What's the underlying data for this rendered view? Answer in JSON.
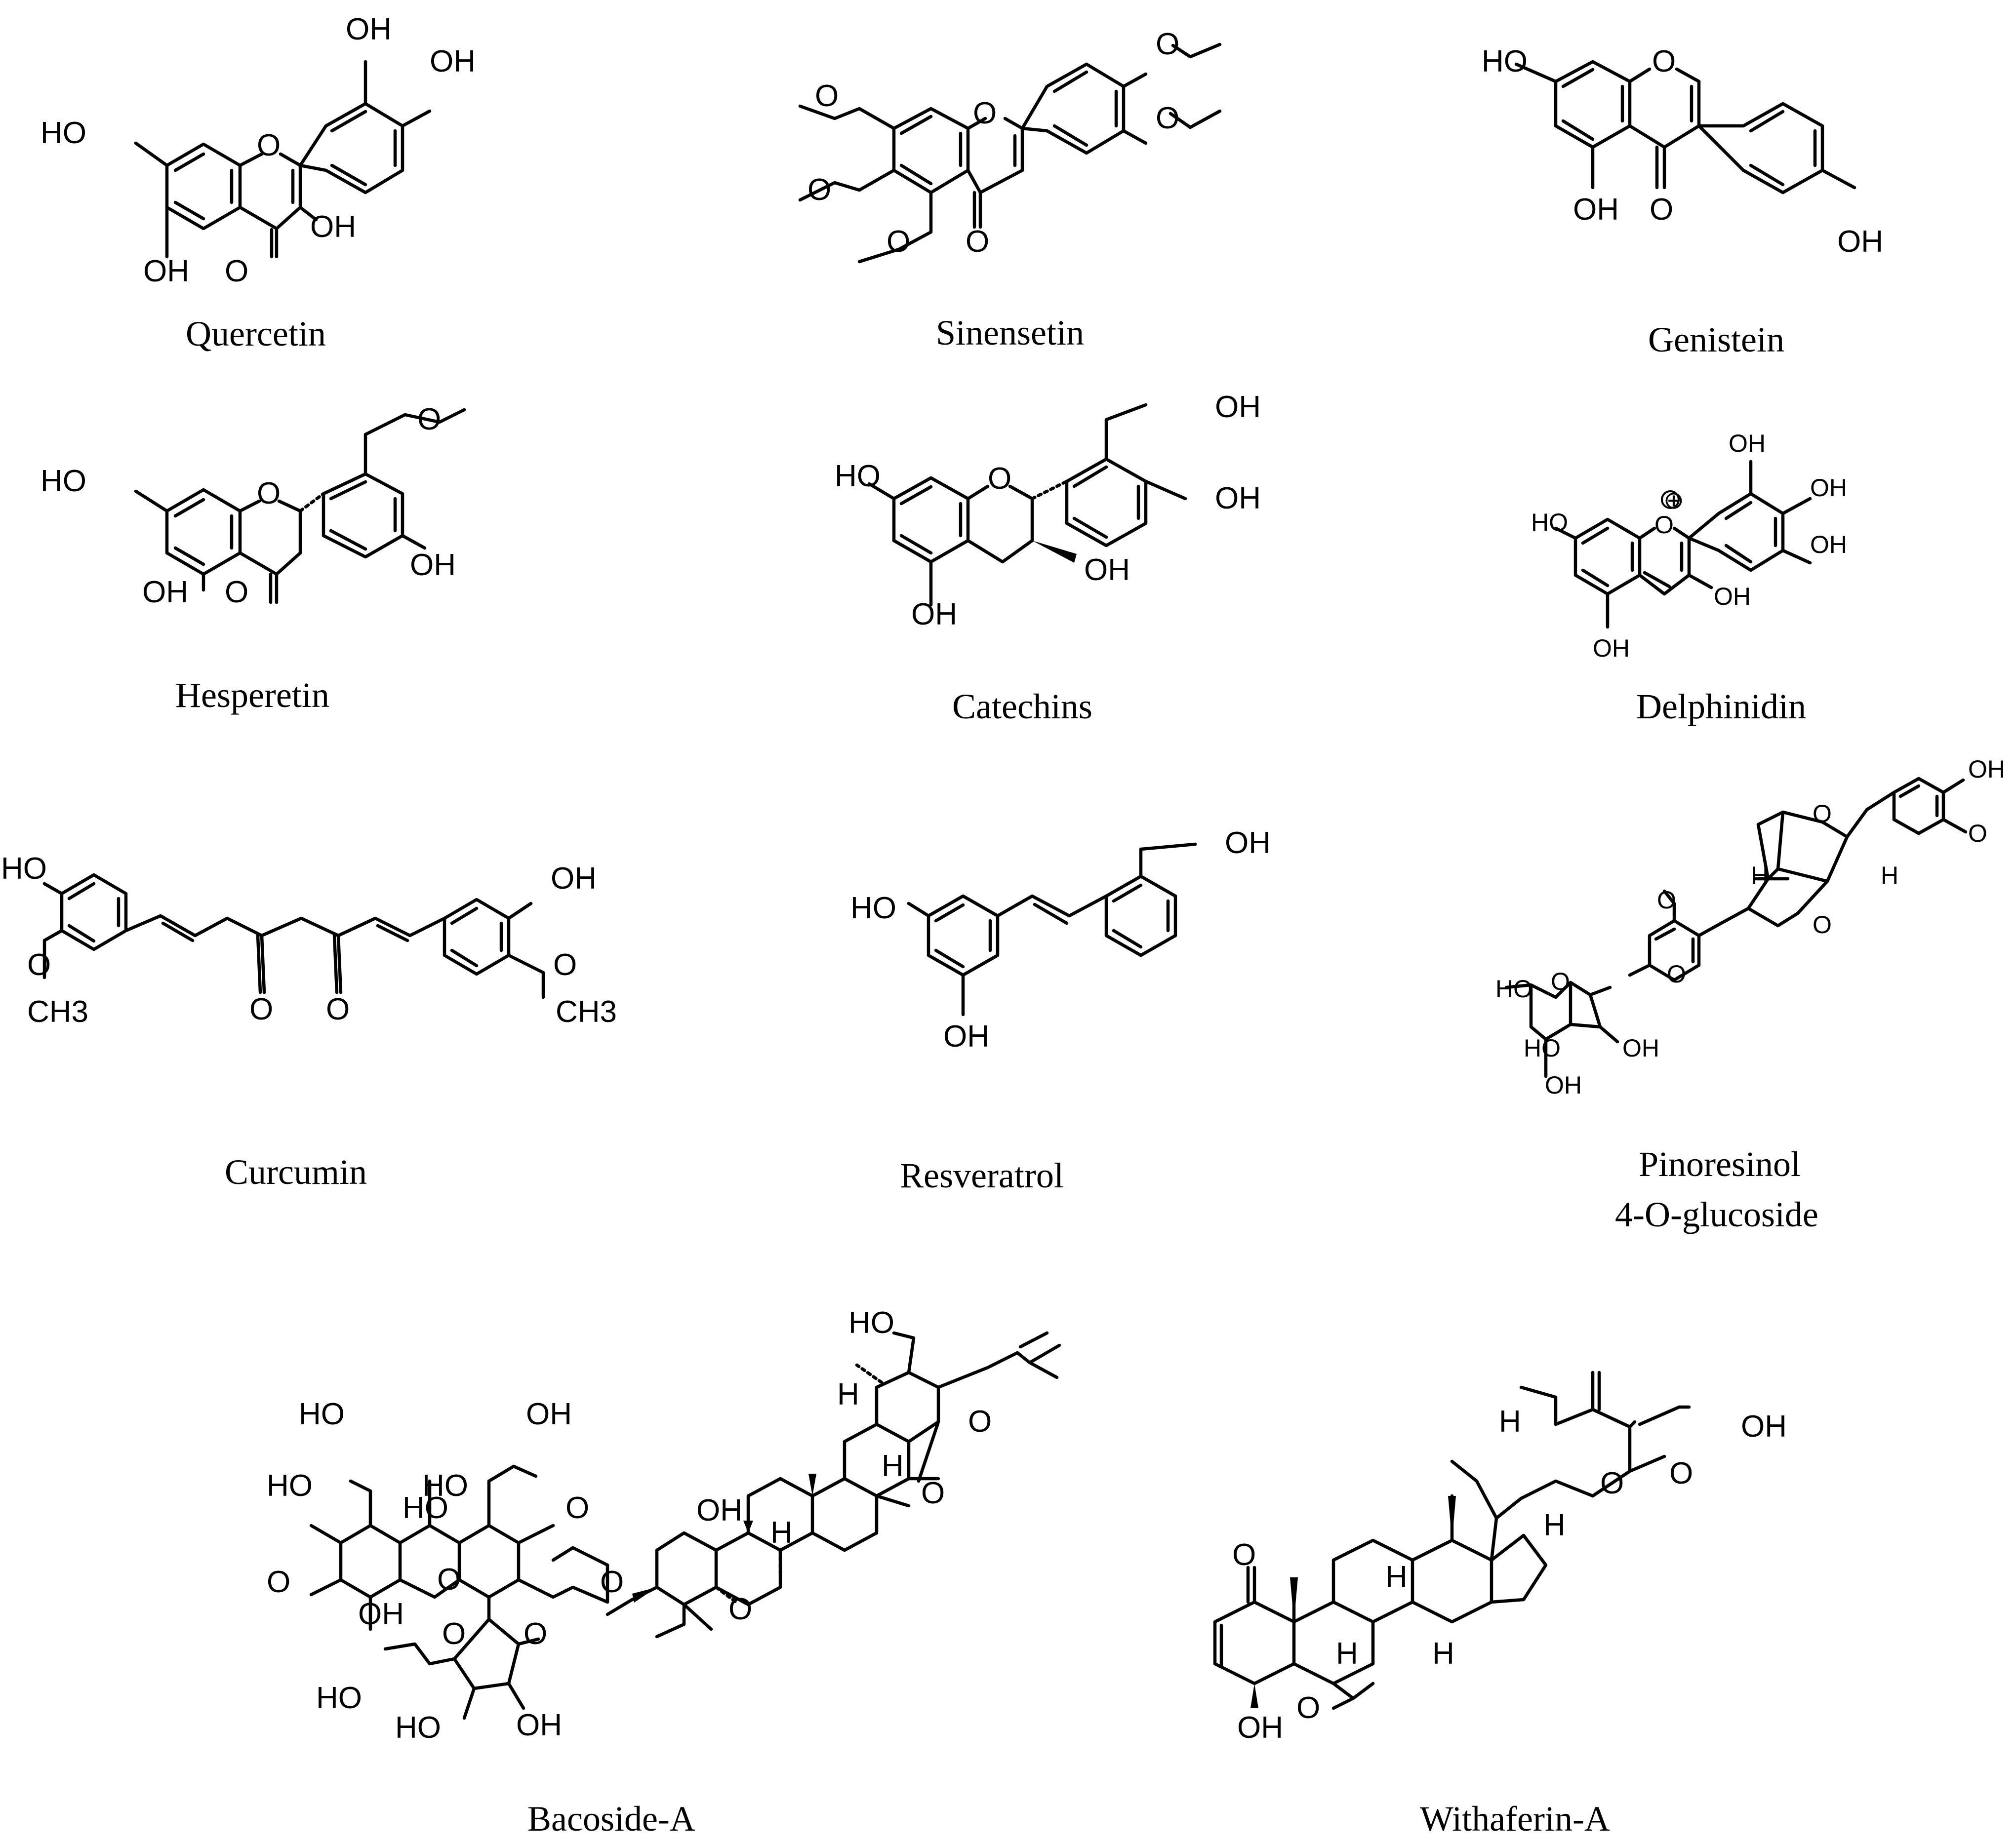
{
  "figure": {
    "compounds": [
      {
        "id": "quercetin",
        "name": "Quercetin",
        "labels": [
          "OH",
          "OH",
          "HO",
          "OH",
          "OH",
          "O",
          "O"
        ]
      },
      {
        "id": "sinensetin",
        "name": "Sinensetin",
        "labels": [
          "O",
          "O",
          "O",
          "O",
          "O",
          "O",
          "O"
        ]
      },
      {
        "id": "genistein",
        "name": "Genistein",
        "labels": [
          "HO",
          "O",
          "OH",
          "O",
          "OH"
        ]
      },
      {
        "id": "hesperetin",
        "name": "Hesperetin",
        "labels": [
          "O",
          "HO",
          "O",
          "OH",
          "OH",
          "O"
        ]
      },
      {
        "id": "catechins",
        "name": "Catechins",
        "labels": [
          "OH",
          "HO",
          "O",
          "OH",
          "OH",
          "OH"
        ]
      },
      {
        "id": "delphinidin",
        "name": "Delphinidin",
        "labels": [
          "OH",
          "OH",
          "HO",
          "O",
          "OH",
          "OH",
          "OH",
          "⊕"
        ]
      },
      {
        "id": "curcumin",
        "name": "Curcumin",
        "labels": [
          "HO",
          "OH",
          "O",
          "CH3",
          "O",
          "O",
          "O",
          "CH3"
        ]
      },
      {
        "id": "resveratrol",
        "name": "Resveratrol",
        "labels": [
          "OH",
          "HO",
          "OH"
        ]
      },
      {
        "id": "pinoresinol",
        "name": "Pinoresinol",
        "name_line2": "4-O-glucoside",
        "labels": [
          "OH",
          "O",
          "O",
          "H",
          "H",
          "O",
          "O",
          "HO",
          "O",
          "O",
          "HO",
          "OH",
          "OH"
        ]
      },
      {
        "id": "bacoside",
        "name": "Bacoside-A",
        "labels": [
          "HO",
          "OH",
          "HO",
          "OH",
          "H",
          "O",
          "HO",
          "HO",
          "O",
          "O",
          "H",
          "O",
          "HO",
          "O",
          "O",
          "O",
          "O",
          "H",
          "OH",
          "O",
          "HO",
          "HO",
          "OH"
        ]
      },
      {
        "id": "withaferin",
        "name": "Withaferin-A",
        "labels": [
          "OH",
          "H",
          "O",
          "O",
          "O",
          "H",
          "H",
          "H",
          "H",
          "O",
          "OH"
        ]
      }
    ]
  }
}
